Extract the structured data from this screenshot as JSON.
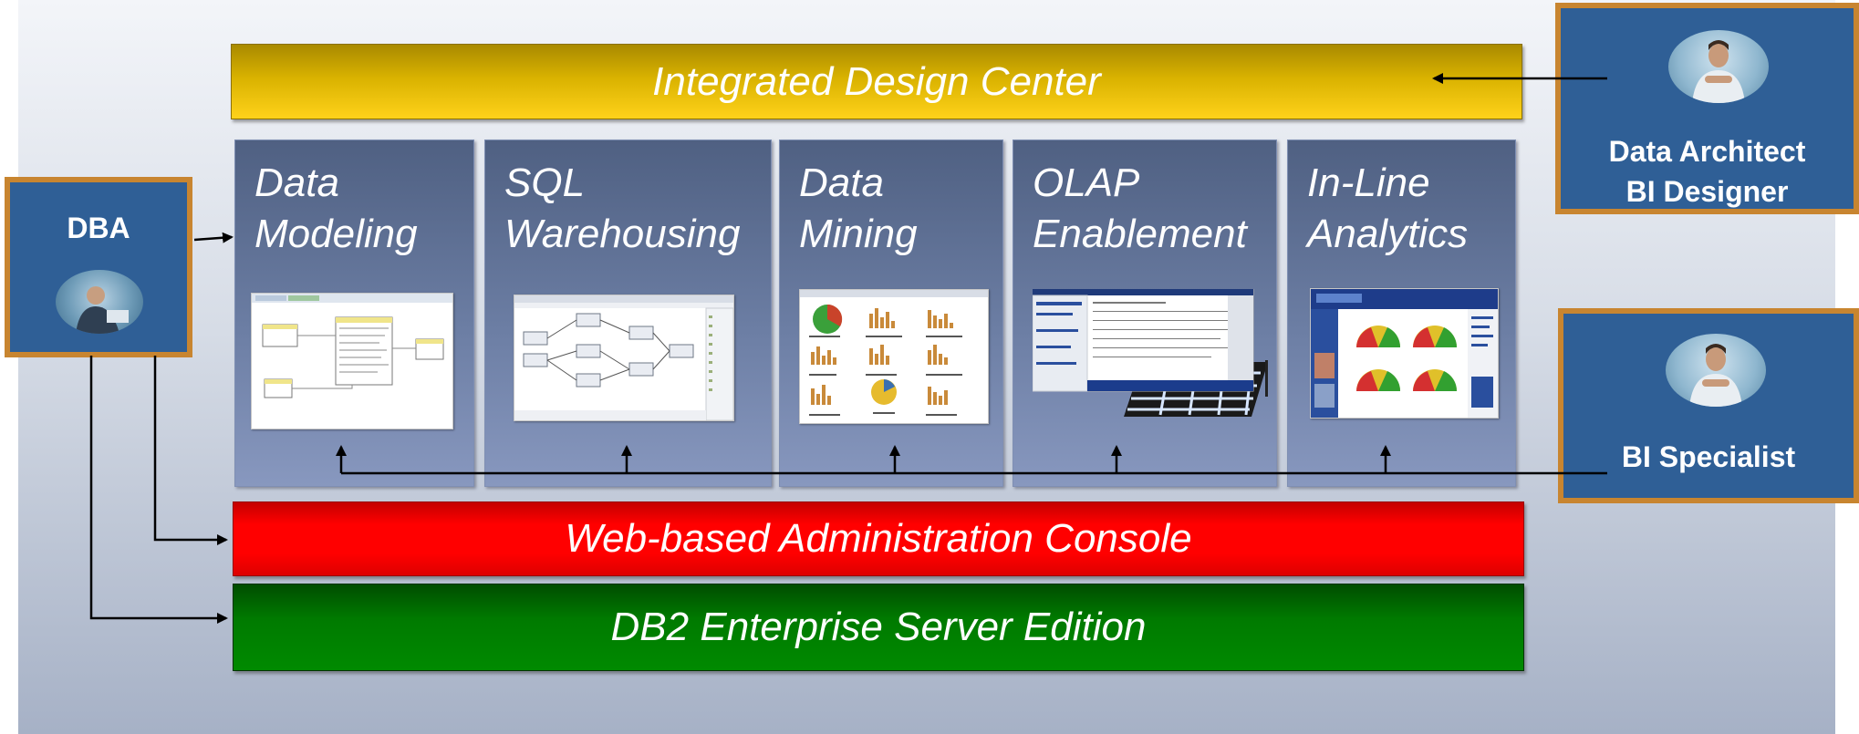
{
  "diagram": {
    "top_bar": "Integrated Design Center",
    "middle_bar": "Web-based Administration Console",
    "bottom_bar": "DB2 Enterprise Server Edition",
    "panels": [
      {
        "line1": "Data",
        "line2": "Modeling",
        "thumb_icon": "data-model-screenshot-icon"
      },
      {
        "line1": "SQL",
        "line2": "Warehousing",
        "thumb_icon": "dataflow-screenshot-icon"
      },
      {
        "line1": "Data",
        "line2": "Mining",
        "thumb_icon": "mining-charts-screenshot-icon"
      },
      {
        "line1": "OLAP",
        "line2": "Enablement",
        "thumb_icon": "olap-cube-screenshot-icon"
      },
      {
        "line1": "In-Line",
        "line2": "Analytics",
        "thumb_icon": "analytics-dashboard-screenshot-icon"
      }
    ],
    "roles": {
      "dba": "DBA",
      "architect_line1": "Data Architect",
      "architect_line2": "BI Designer",
      "specialist": "BI Specialist"
    }
  },
  "colors": {
    "background_top": "#f3f5f9",
    "background_bottom": "#a6b1c6",
    "top_bar": "#ffd21a",
    "middle_bar": "#ff0000",
    "bottom_bar": "#008a00",
    "panel": "#5f7196",
    "role_box": "#2f5f96",
    "role_border": "#c88530",
    "connector": "#000000"
  }
}
